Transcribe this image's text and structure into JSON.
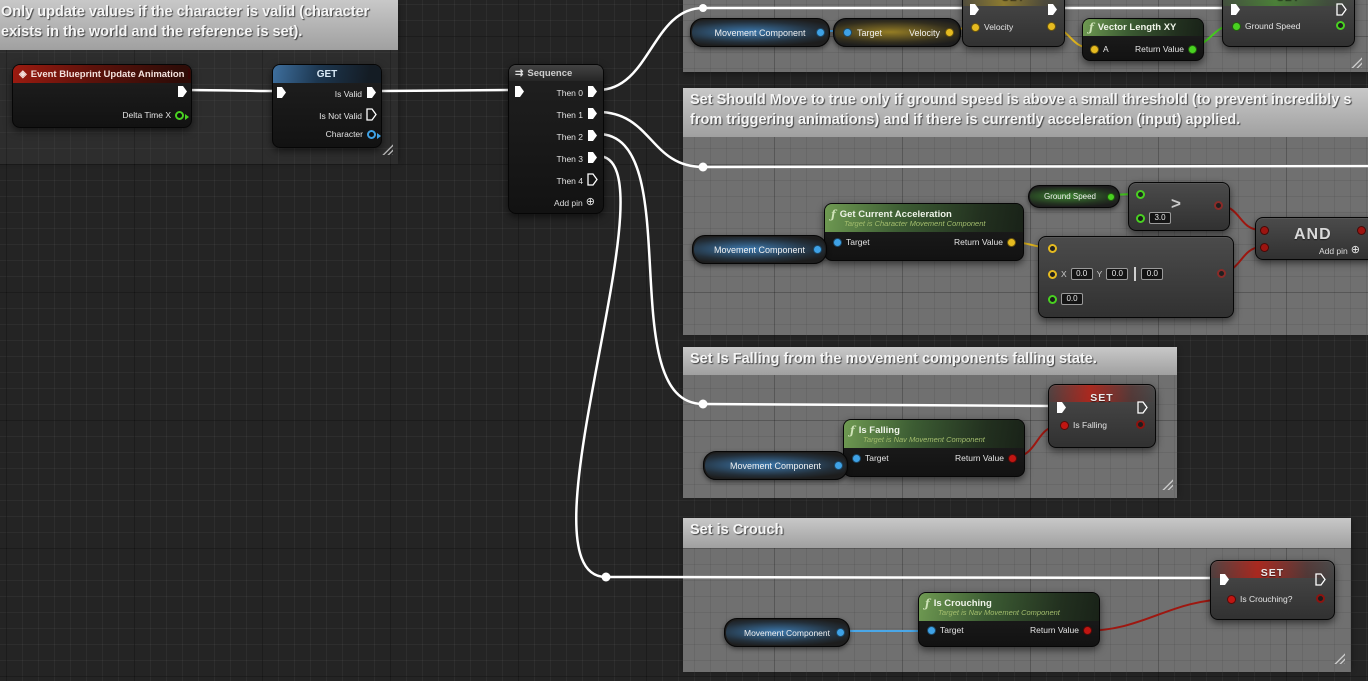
{
  "colors": {
    "exec": "#ffffff",
    "object_pin": "#3fa2e6",
    "vector_pin": "#e6bb20",
    "float_pin": "#49d121",
    "bool_pin": "#9c1410",
    "comment_header": "#b5b5b5",
    "comment_body": "#707070",
    "fn_header_green": "#456b38",
    "event_header_red": "#8c130c",
    "set_band_red": "#b7221a",
    "node_gray": "#3f3f3f"
  },
  "icons": {
    "fn": "ƒ",
    "event": "◈",
    "sequence": "⇉",
    "add_pin": "⊕",
    "greater": ">"
  },
  "labels": {
    "movement_component": "Movement Component",
    "target": "Target",
    "return_value": "Return Value",
    "set": "SET",
    "get": "GET",
    "add_pin": "Add pin"
  },
  "comments": {
    "valid_check": {
      "line1": "Only update values if the character is valid (character",
      "line2": "exists in the world and the reference is set)."
    },
    "should_move": {
      "line1": "Set Should Move to true only if ground speed is above a small threshold (to prevent incredibly s",
      "line2": "from triggering animations) and if there is currently acceleration (input) applied."
    },
    "is_falling": {
      "title": "Set Is Falling from the movement components falling state."
    },
    "is_crouch": {
      "title": "Set is Crouch"
    }
  },
  "nodes": {
    "event": {
      "title": "Event Blueprint Update Animation",
      "delta": "Delta Time X"
    },
    "isvalid": {
      "is_valid": "Is Valid",
      "is_not_valid": "Is Not Valid",
      "character": "Character"
    },
    "sequence": {
      "title": "Sequence",
      "then0": "Then 0",
      "then1": "Then 1",
      "then2": "Then 2",
      "then3": "Then 3",
      "then4": "Then 4"
    },
    "velocity_get": {
      "velocity": "Velocity"
    },
    "set_velocity": {
      "pin": "Velocity"
    },
    "vector_length": {
      "title": "Vector Length XY",
      "a": "A"
    },
    "set_ground_speed": {
      "pin": "Ground Speed"
    },
    "ground_speed_get": {
      "label": "Ground Speed"
    },
    "greater": {
      "value": "3.0"
    },
    "get_current_accel": {
      "title": "Get Current Acceleration",
      "subtitle": "Target is Character Movement Component"
    },
    "not_equal": {
      "x_label": "X",
      "x": "0.0",
      "y_label": "Y",
      "y": "0.0",
      "z": "0.0",
      "tolerance": "0.0"
    },
    "and": {
      "title": "AND"
    },
    "set_is_falling": {
      "pin": "Is Falling"
    },
    "is_falling_fn": {
      "title": "Is Falling",
      "subtitle": "Target is Nav Movement Component"
    },
    "set_is_crouching": {
      "pin": "Is Crouching?"
    },
    "is_crouching_fn": {
      "title": "Is Crouching",
      "subtitle": "Target is Nav Movement Component"
    }
  }
}
